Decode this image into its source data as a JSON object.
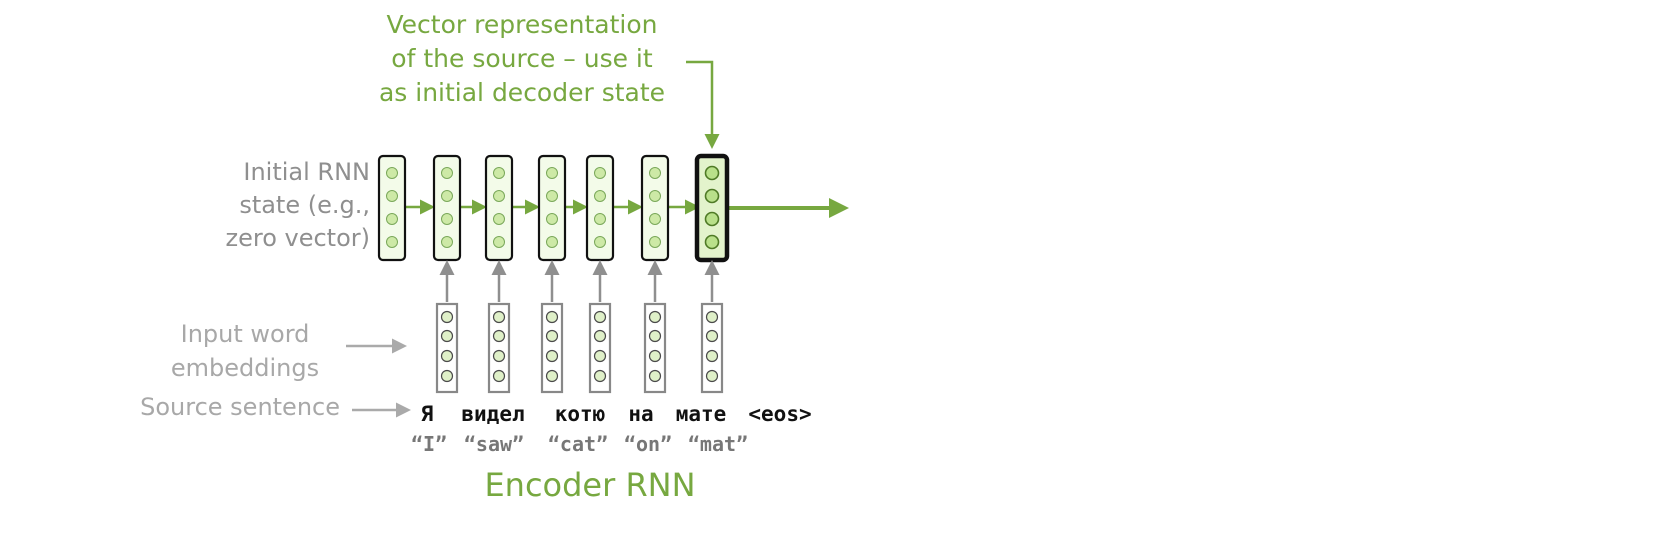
{
  "top_label": [
    "Vector representation",
    "of the source – use it",
    "as initial decoder state"
  ],
  "initial_state_label": [
    "Initial RNN",
    "state (e.g.,",
    "zero vector)"
  ],
  "embeddings_label": [
    "Input word",
    "embeddings"
  ],
  "source_label": "Source sentence",
  "tokens": [
    "Я",
    "видел",
    "котю",
    "на",
    "мате",
    "<eos>"
  ],
  "translations": [
    "“I”",
    "“saw”",
    "“cat”",
    "“on”",
    "“mat”"
  ],
  "encoder_label": "Encoder RNN",
  "colors": {
    "green": "#77a840",
    "light_green_fill": "#eaf6d8",
    "node_fill": "#cde9a6",
    "grey_arrow": "#8f8f8f",
    "box_border": "#111111",
    "embedding_border": "#888888"
  }
}
